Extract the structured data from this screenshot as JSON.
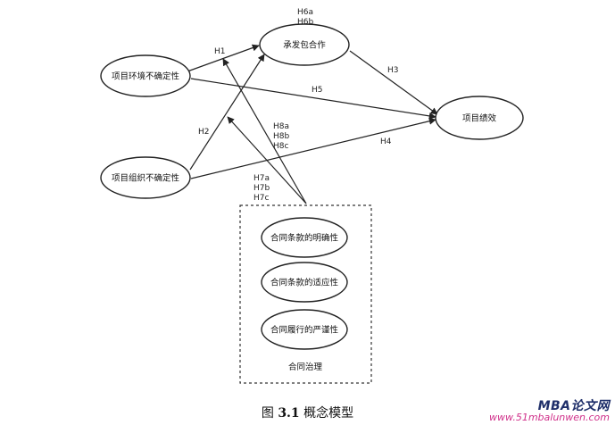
{
  "nodes": {
    "env_uncertainty": "项目环境不确定性",
    "org_uncertainty": "项目组织不确定性",
    "cooperation": "承发包合作",
    "performance": "项目绩效",
    "clause_clarity": "合同条款的明确性",
    "clause_adaptability": "合同条款的适应性",
    "performance_rigor": "合同履行的严谨性",
    "governance": "合同治理"
  },
  "hypotheses": {
    "h1": "H1",
    "h2": "H2",
    "h3": "H3",
    "h4": "H4",
    "h5": "H5",
    "h6a": "H6a",
    "h6b": "H6b",
    "h7a": "H7a",
    "h7b": "H7b",
    "h7c": "H7c",
    "h8a": "H8a",
    "h8b": "H8b",
    "h8c": "H8c"
  },
  "caption": {
    "prefix": "图",
    "number": "3.1",
    "title": "概念模型"
  },
  "watermark": {
    "title": "MBA论文网",
    "url": "www.51mbalunwen.com"
  }
}
